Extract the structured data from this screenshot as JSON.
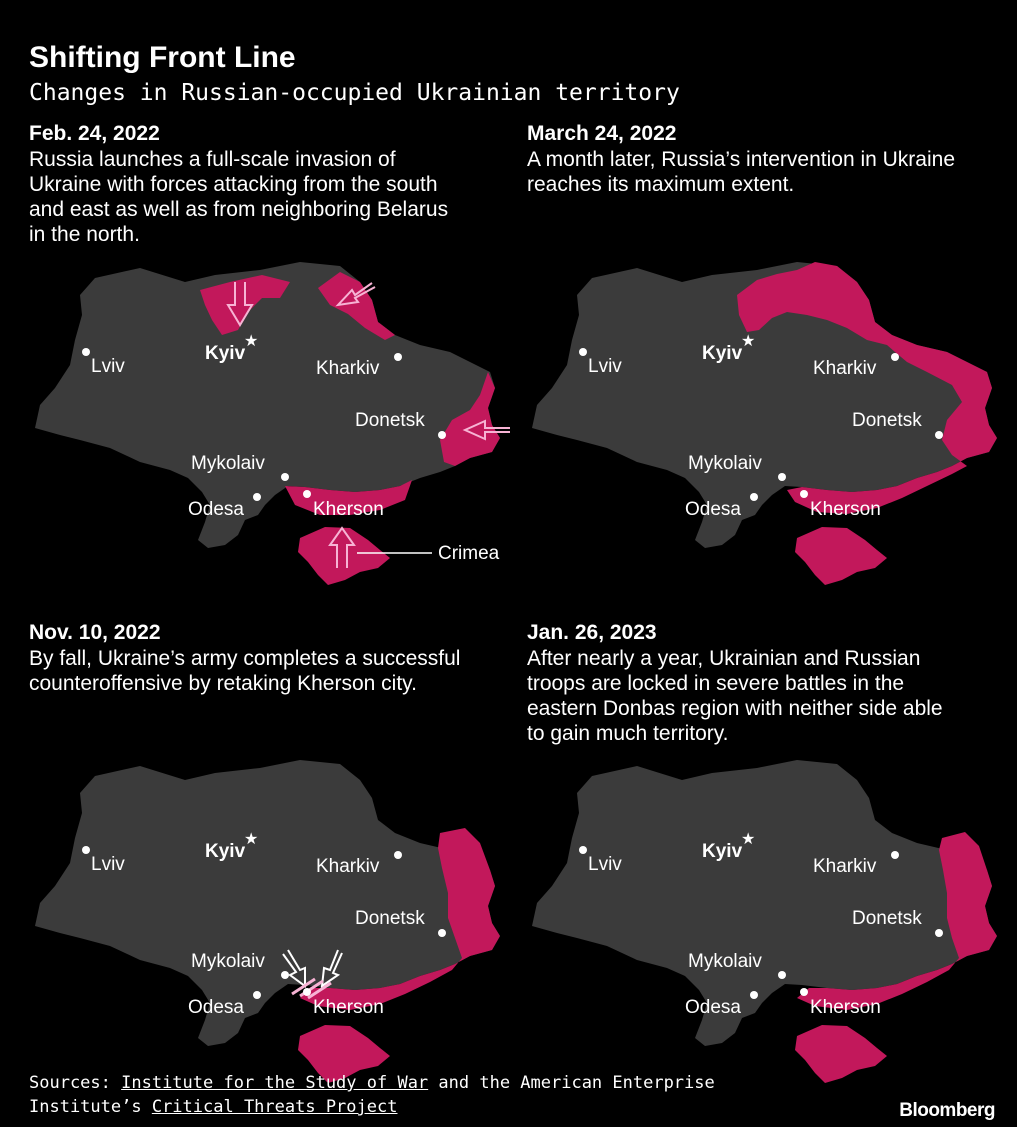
{
  "header": {
    "title": "Shifting Front Line",
    "subtitle": "Changes in Russian-occupied Ukrainian territory"
  },
  "colors": {
    "background": "#000000",
    "land": "#3b3b3b",
    "occupied": "#c2185b",
    "arrow": "#f7b3d4",
    "text": "#ffffff"
  },
  "labels": {
    "lviv": "Lviv",
    "kyiv": "Kyiv",
    "kharkiv": "Kharkiv",
    "donetsk": "Donetsk",
    "mykolaiv": "Mykolaiv",
    "odesa": "Odesa",
    "kherson": "Kherson",
    "crimea": "Crimea"
  },
  "panels": [
    {
      "date": "Feb. 24, 2022",
      "description": "Russia launches a full-scale invasion of\nUkraine with forces attacking from the south\nand east as well as from neighboring Belarus\nin the north."
    },
    {
      "date": "March 24, 2022",
      "description": "A month later, Russia’s intervention in Ukraine\nreaches its maximum extent."
    },
    {
      "date": "Nov. 10, 2022",
      "description": "By fall, Ukraine’s army completes a successful\ncounteroffensive by retaking Kherson city."
    },
    {
      "date": "Jan. 26, 2023",
      "description": "After nearly a year, Ukrainian and Russian\ntroops are locked in severe battles in the\neastern Donbas region with neither side able\nto gain much territory."
    }
  ],
  "sources": {
    "prefix": "Sources: ",
    "link1": "Institute for the Study of War",
    "middle": " and the American Enterprise",
    "line2_prefix": "Institute’s ",
    "link2": "Critical Threats Project"
  },
  "brand": "Bloomberg"
}
